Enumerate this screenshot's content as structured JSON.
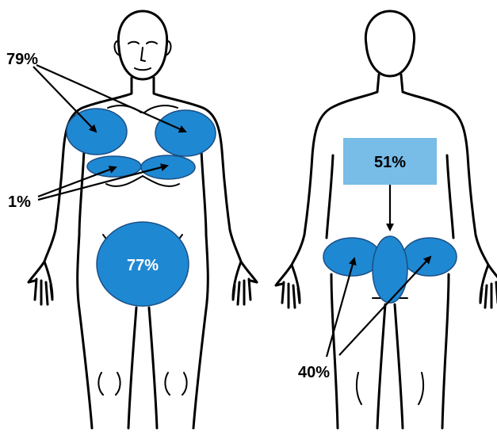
{
  "colors": {
    "region_fill": "#1f88d2",
    "region_stroke": "#1b4f86",
    "box_fill": "#78bce8",
    "label_dark": "#000000",
    "label_light": "#ffffff"
  },
  "front": {
    "chest_label": "79%",
    "lower_chest_label": "1%",
    "abdomen_label": "77%"
  },
  "back": {
    "lower_back_label": "51%",
    "buttocks_label": "40%"
  }
}
